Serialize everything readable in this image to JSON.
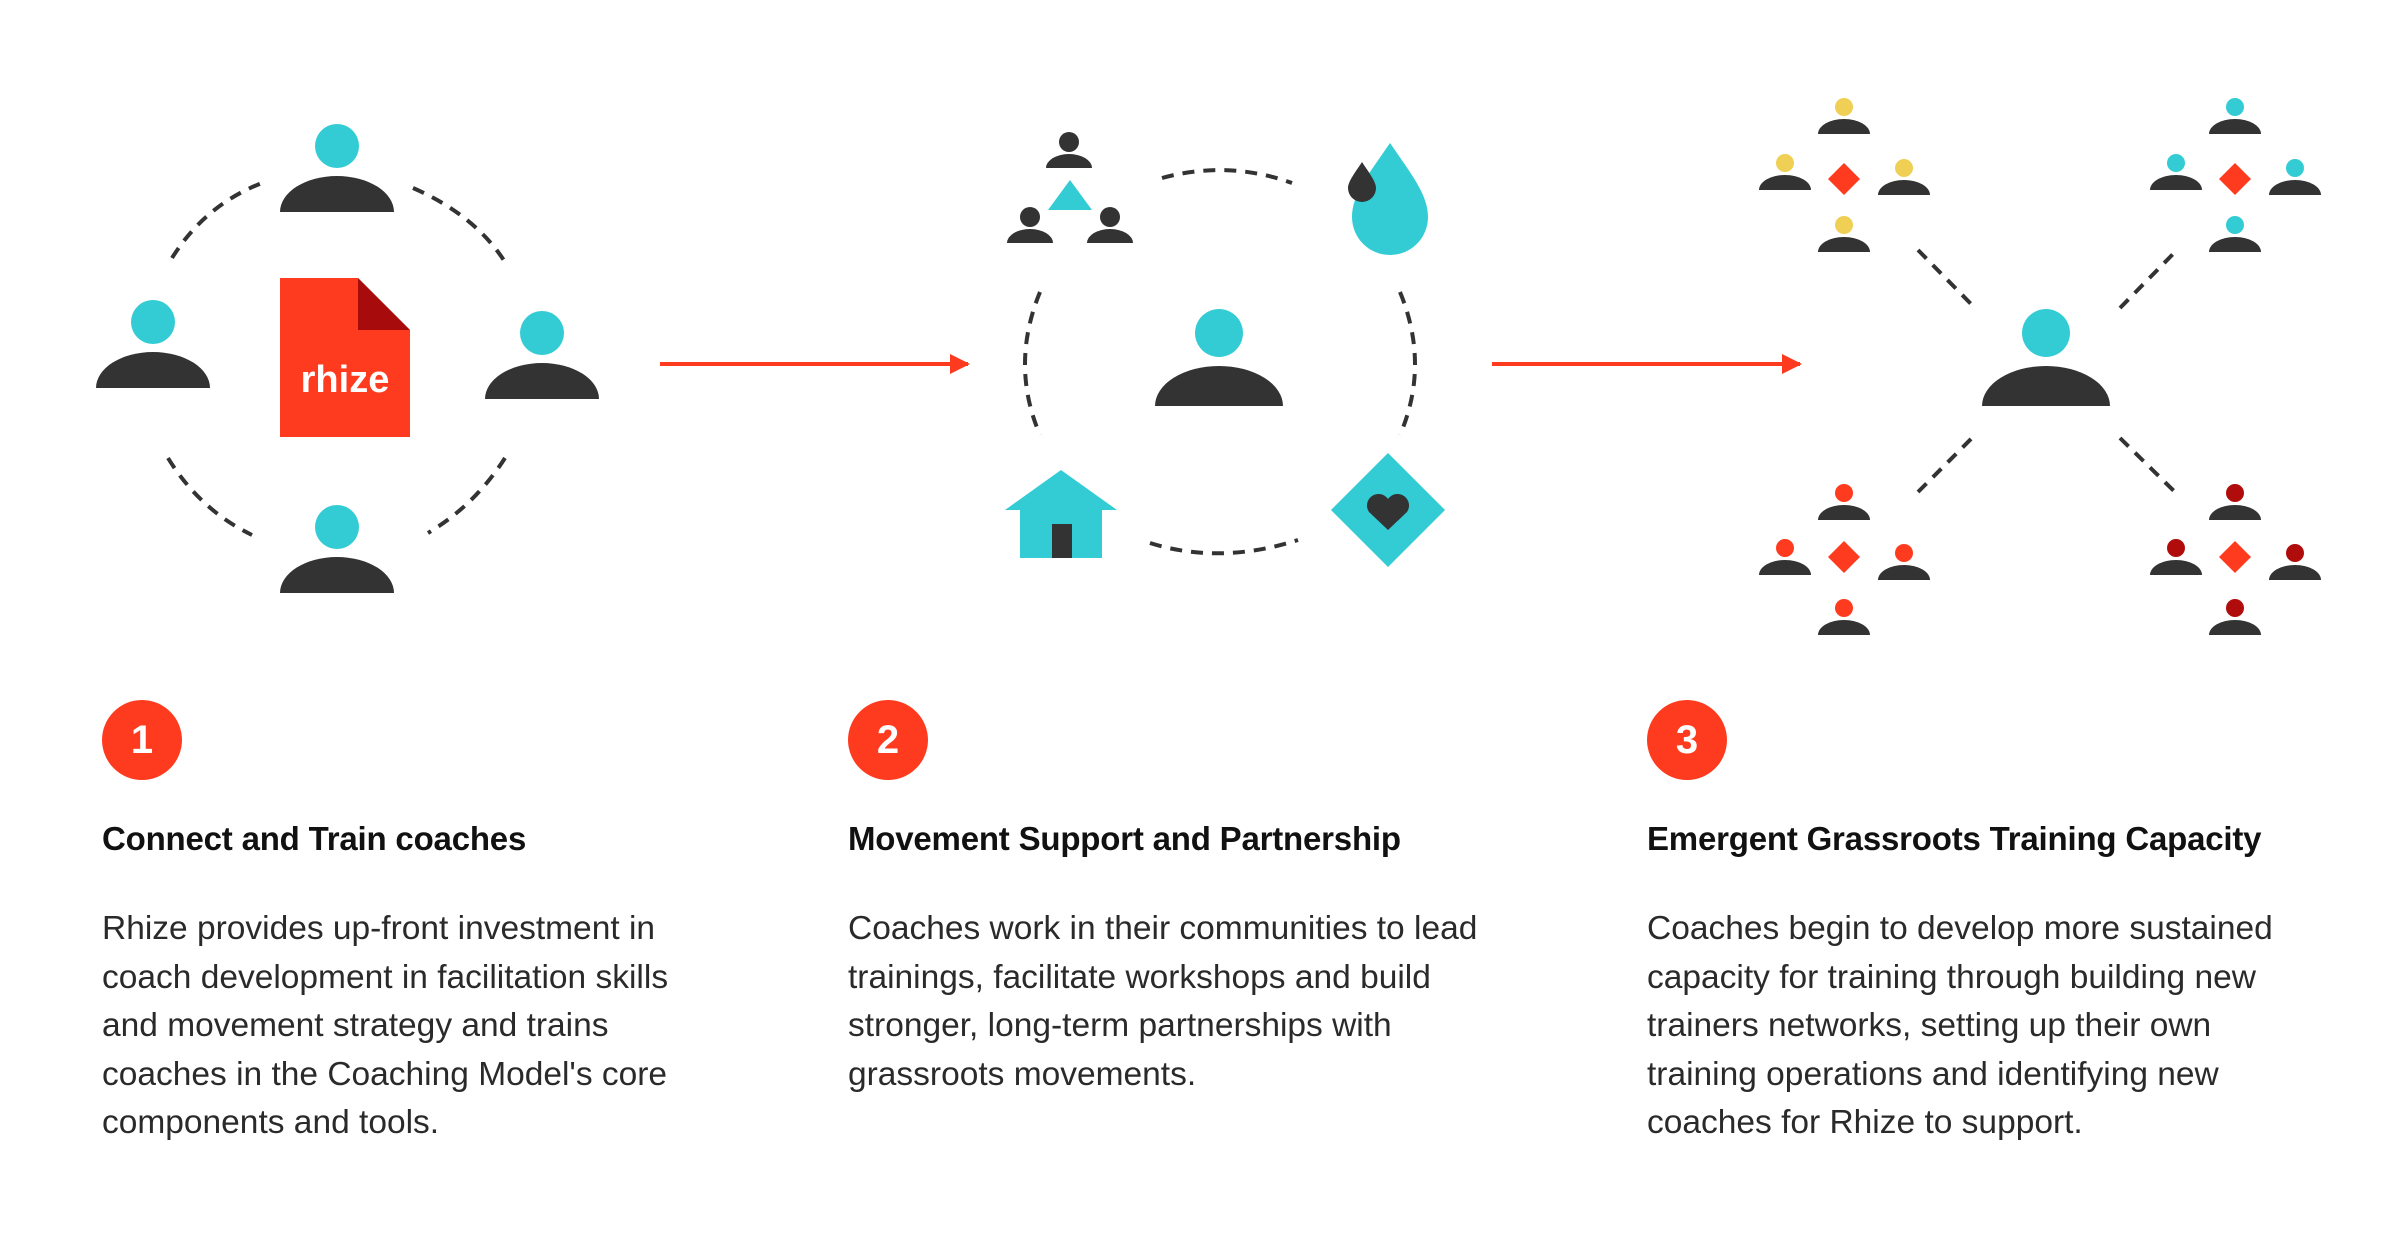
{
  "colors": {
    "accent_red": "#ff3b1f",
    "teal": "#33ccd4",
    "dark": "#333333",
    "yellow": "#f0cf55",
    "dark_red": "#b00c0c"
  },
  "logo": {
    "text": "rhize"
  },
  "steps": [
    {
      "number": "1",
      "title": "Connect and Train coaches",
      "description_lines": [
        "Rhize provides up-front investment in",
        "coach development in facilitation skills",
        "and movement strategy and trains",
        "coaches in the Coaching Model's core",
        "components and tools."
      ]
    },
    {
      "number": "2",
      "title": "Movement Support and Partnership",
      "description_lines": [
        "Coaches work in their communities to lead",
        "trainings, facilitate workshops and build",
        "stronger, long-term partnerships with",
        "grassroots movements."
      ]
    },
    {
      "number": "3",
      "title": "Emergent Grassroots Training Capacity",
      "description_lines": [
        "Coaches begin to develop more sustained",
        "capacity for training through building new",
        "trainers networks, setting up their own",
        "training operations and identifying new",
        "coaches for Rhize to support."
      ]
    }
  ]
}
